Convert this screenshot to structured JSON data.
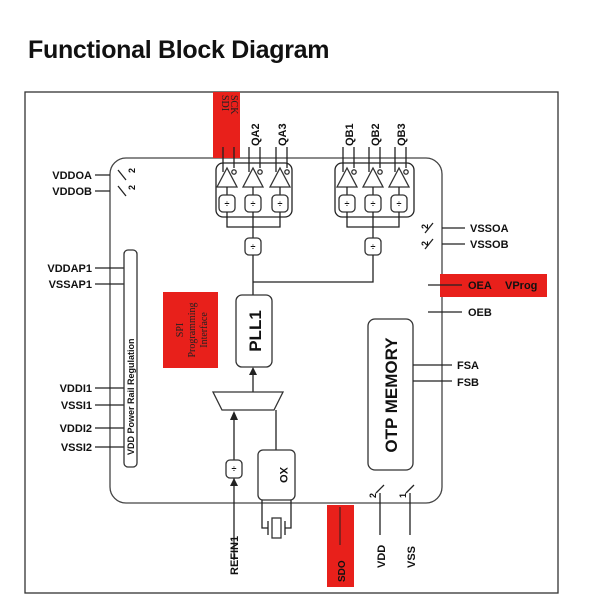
{
  "title": "Functional Block Diagram",
  "colors": {
    "highlight": "#e8201b",
    "line": "#222222"
  },
  "top_pins": {
    "sdi": "SDI",
    "sck": "SCK",
    "qa2": "QA2",
    "qa3": "QA3",
    "qb1": "QB1",
    "qb2": "QB2",
    "qb3": "QB3"
  },
  "left_pins": {
    "vddoa": "VDDOA",
    "vddob": "VDDOB",
    "vddap1": "VDDAP1",
    "vssap1": "VSSAP1",
    "vddi1": "VDDI1",
    "vssi1": "VSSI1",
    "vddi2": "VDDI2",
    "vssi2": "VSSI2"
  },
  "right_pins": {
    "vssoa": "VSSOA",
    "vssob": "VSSOB",
    "oea": "OEA",
    "vprog": "VProg",
    "oeb": "OEB",
    "fsa": "FSA",
    "fsb": "FSB"
  },
  "bottom_pins": {
    "refin1": "REFIN1",
    "sdo": "SDO",
    "vdd": "VDD",
    "vss": "VSS"
  },
  "bus_widths": {
    "vddoa": "2",
    "vddob": "2",
    "vssoa": "2",
    "vssob": "2",
    "vdd": "2",
    "vss": "1"
  },
  "blocks": {
    "power_rail": "VDD Power Rail Regulation",
    "spi_line1": "SPI",
    "spi_line2": "Programming",
    "spi_line3": "Interface",
    "pll": "PLL1",
    "otp": "OTP MEMORY",
    "xo": "XO",
    "divider_symbol": "÷"
  }
}
